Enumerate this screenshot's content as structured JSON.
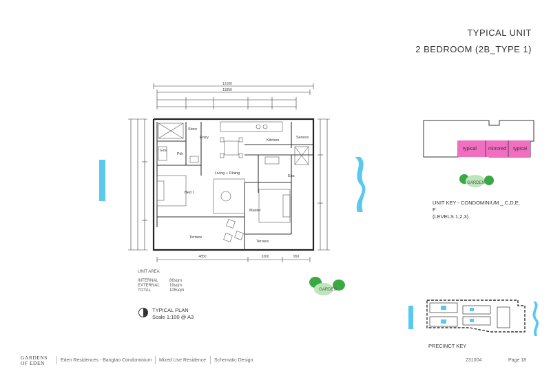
{
  "header": {
    "line1": "TYPICAL UNIT",
    "line2": "2 BEDROOM (2B_TYPE 1)"
  },
  "plan": {
    "dims_top": {
      "overall": "12100",
      "inner": "11850"
    },
    "rooms": {
      "store": "Store",
      "entry": "Entry",
      "kitchen": "Kitchen",
      "service": "Service",
      "ens1": "Ens",
      "pdr": "Pdr",
      "living": "Living + Dining",
      "ens2": "Ens",
      "bed1": "Bed 1",
      "master": "Master",
      "terrace1": "Terrace",
      "terrace2": "Terrace"
    },
    "dims_bottom": [
      "4850",
      "3300",
      "950"
    ]
  },
  "unit_area": {
    "heading": "UNIT AREA",
    "rows": [
      {
        "label": "INTERNAL",
        "value": "86sqm"
      },
      {
        "label": "EXTERNAL",
        "value": "19sqm"
      },
      {
        "label": "TOTAL",
        "value": "105sqm"
      }
    ]
  },
  "scale": {
    "title": "TYPICAL PLAN",
    "subtitle": "Scale 1:100 @ A3"
  },
  "unit_key": {
    "boxes": [
      "typical",
      "mirrored",
      "typical"
    ],
    "garden": "GARDEN",
    "caption_line1": "UNIT KEY - CONDOMINIUM _ C,D,E,",
    "caption_line2": "F",
    "caption_line3": "(LEVELS 1,2,3)"
  },
  "site": {
    "garden": "GARDEN"
  },
  "precinct": {
    "caption": "PRECINCT KEY"
  },
  "footer": {
    "logo_line1": "GARDENS",
    "logo_line2": "OF EDEN",
    "items": [
      "Eden Residences - Bangtao Condominium",
      "Mixed Use Residence",
      "Schematic Design"
    ],
    "code": "231004",
    "page": "Page 18"
  },
  "colors": {
    "pink": "#f06fc0",
    "blue": "#5ac8ef",
    "green": "#3aa843",
    "line": "#333333"
  }
}
